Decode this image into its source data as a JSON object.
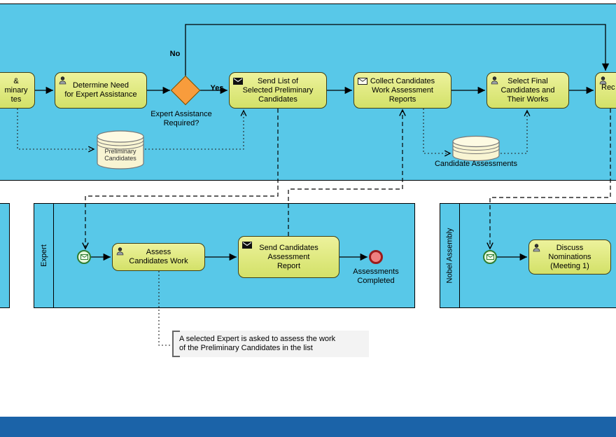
{
  "colors": {
    "pool_fill": "#58c8e8",
    "task_fill": "#dce878",
    "task_border": "#3f3f16",
    "gateway_fill": "#f89c3c",
    "datastore_fill": "#f8f4d2",
    "start_event_border": "#2e7d32",
    "end_event_fill": "#ef8080",
    "end_event_border": "#9b1c1c",
    "annotation_fill": "#f3f3f3",
    "bottom_bar": "#1b63a8"
  },
  "icons": {
    "user_task": "user-icon",
    "send_task": "send-envelope-icon",
    "receive_task": "receive-envelope-icon",
    "message_start": "message-start-envelope-icon",
    "datastore": "database-cylinder-icon"
  },
  "diagram": {
    "top_pool": {
      "partial_left_task": "&\nminary\ntes",
      "determine_task": "Determine Need\nfor Expert Assistance",
      "gateway_question": "Expert Assistance\nRequired?",
      "gateway_no": "No",
      "gateway_yes": "Yes",
      "send_list_task": "Send List of\nSelected Preliminary\nCandidates",
      "collect_task": "Collect Candidates\nWork Assessment\nReports",
      "select_final_task": "Select Final\nCandidates and\nTheir Works",
      "partial_right_task": "Rec",
      "preliminary_datastore_label": "Preliminary\nCandidates",
      "assessments_datastore_label": "Candidate Assessments"
    },
    "expert_pool": {
      "name": "Expert",
      "assess_task": "Assess\nCandidates Work",
      "send_report_task": "Send Candidates\nAssessment\nReport",
      "end_event_label": "Assessments\nCompleted"
    },
    "nobel_pool": {
      "name": "Nobel Assembly",
      "discuss_task": "Discuss\nNominations\n(Meeting 1)"
    },
    "annotation_text": "A selected Expert is asked to assess the work\nof the Preliminary Candidates in the list"
  }
}
